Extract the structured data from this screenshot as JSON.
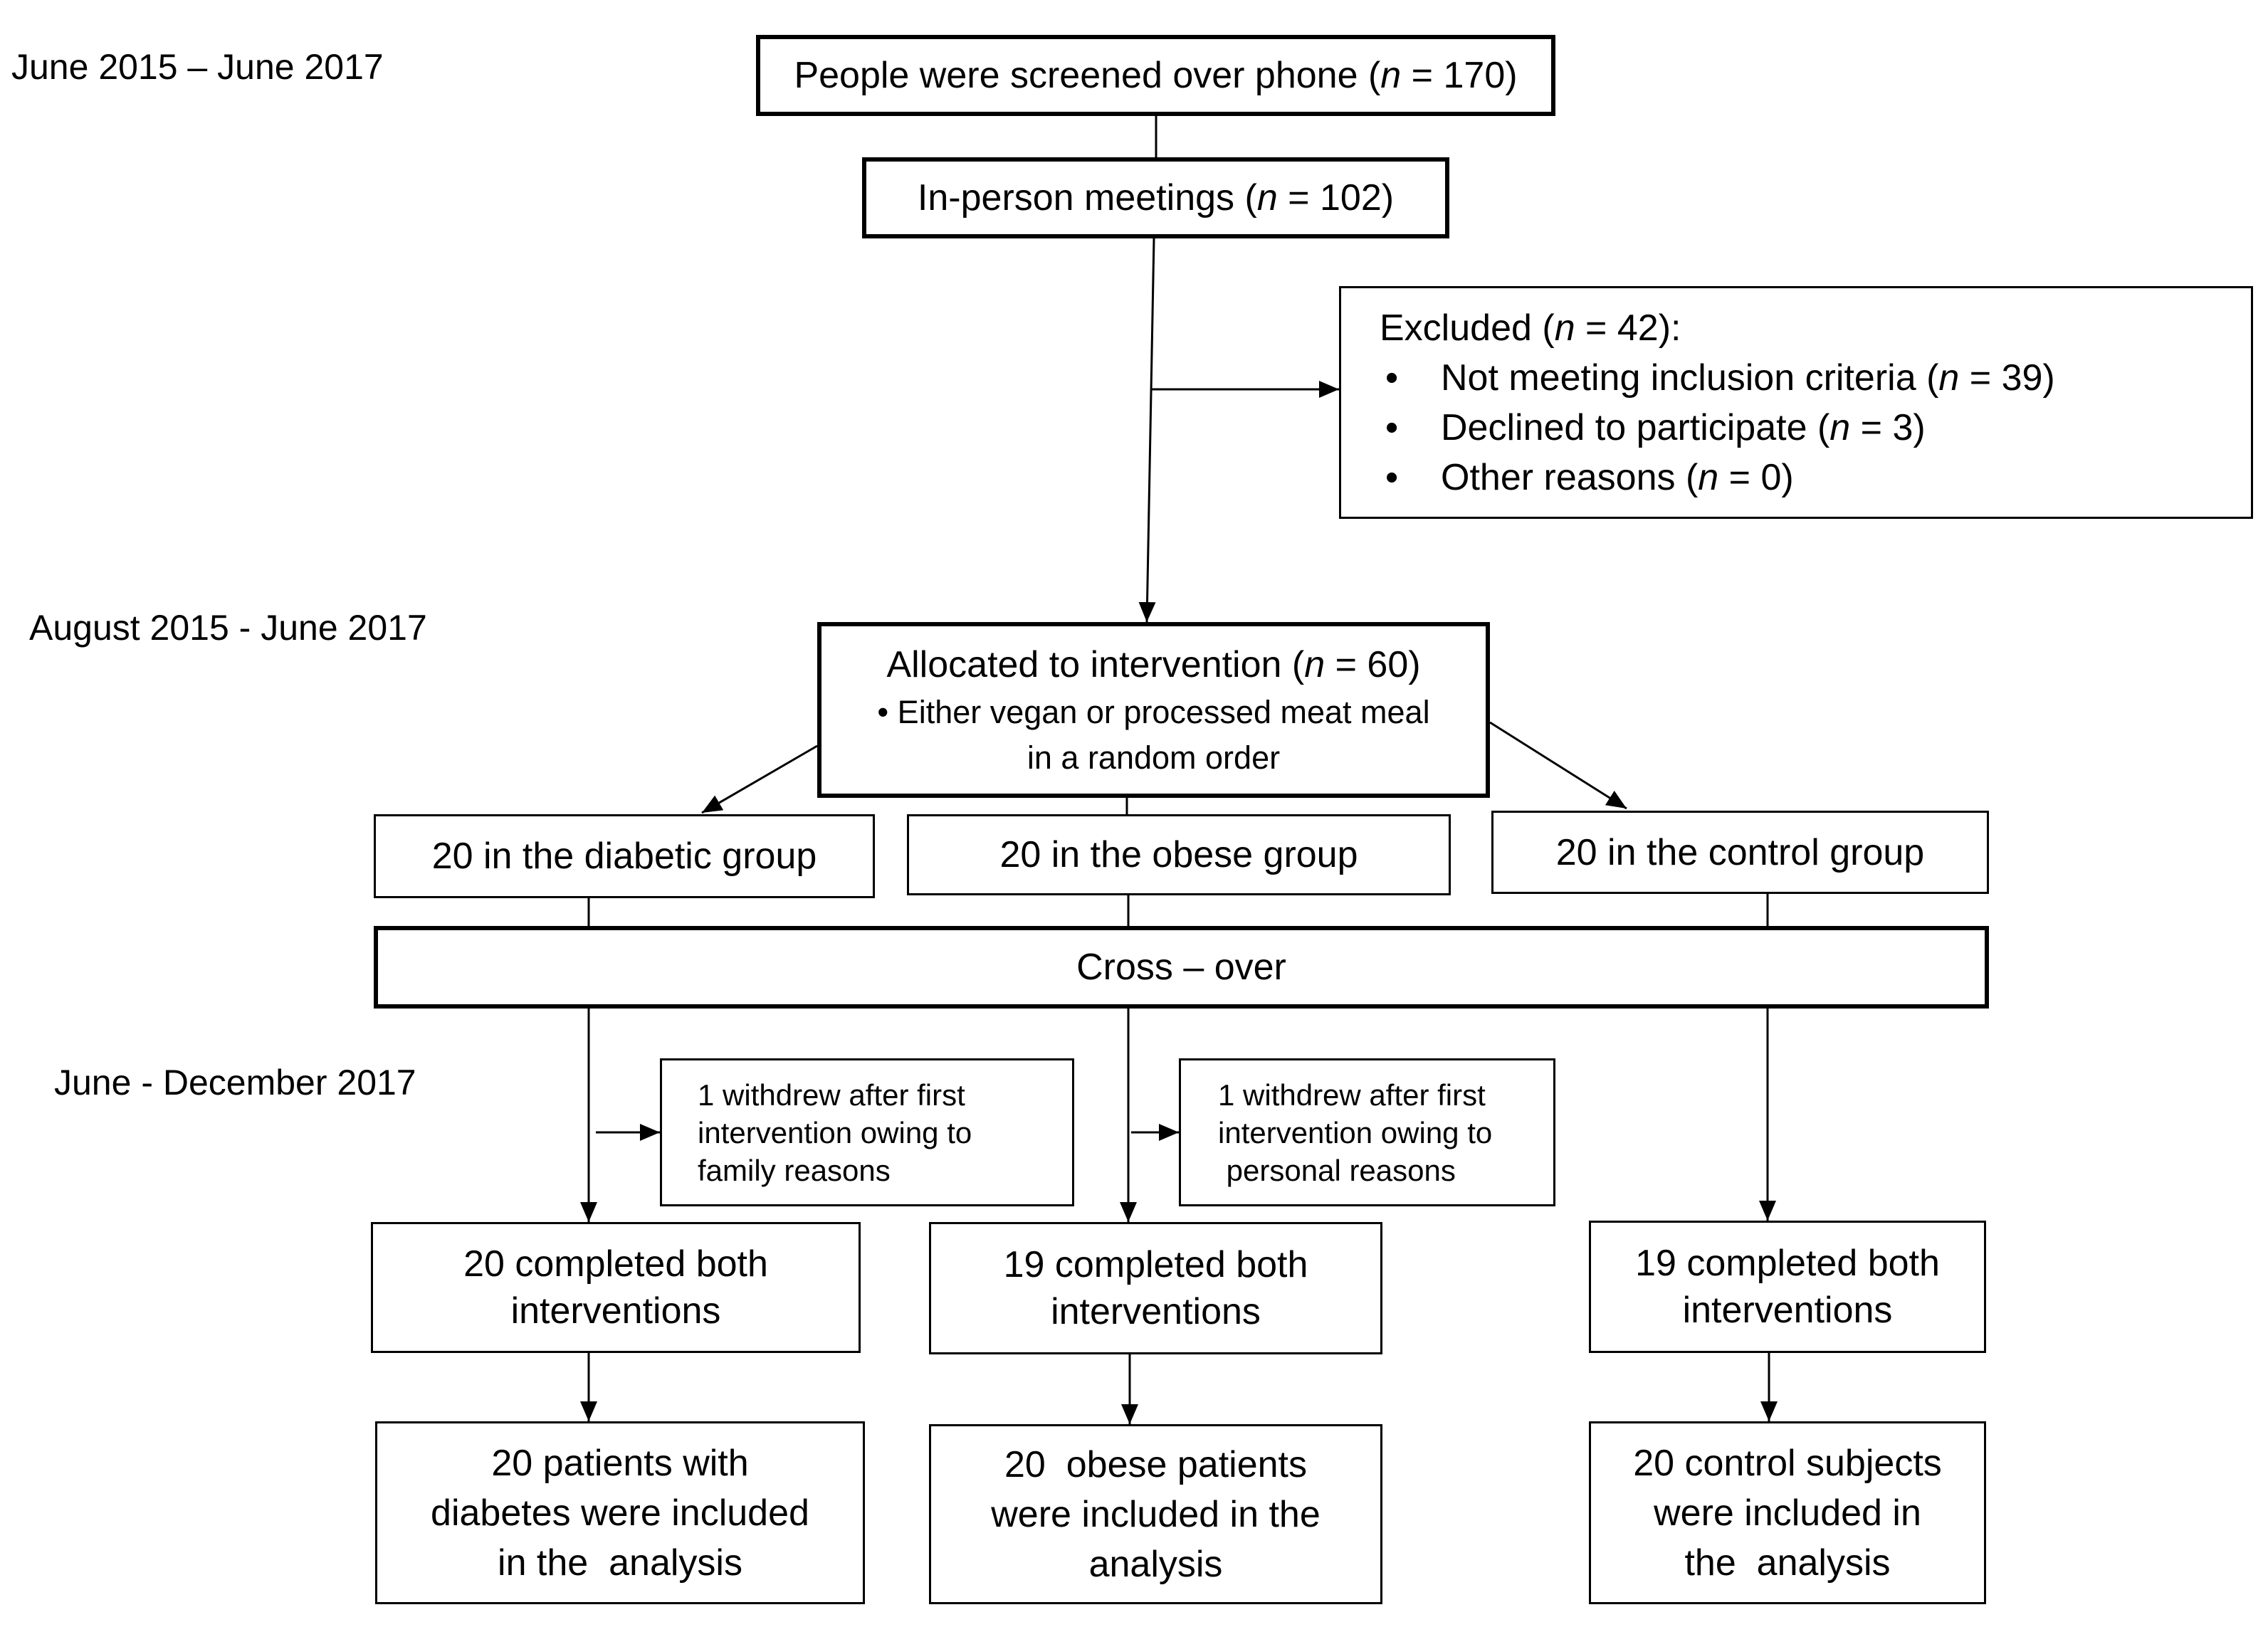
{
  "timeline": {
    "screening_period": "June 2015 – June 2017",
    "allocation_period": "August 2015 - June 2017",
    "crossover_period": "June - December 2017"
  },
  "screening": {
    "text": "People were screened over phone (n = 170)"
  },
  "meetings": {
    "text": "In-person meetings (n = 102)"
  },
  "excluded": {
    "title": "Excluded (n = 42):",
    "bullet": "•",
    "reasons": [
      "Not meeting inclusion criteria (n = 39)",
      "Declined to participate (n = 3)",
      "Other reasons (n = 0)"
    ]
  },
  "allocation": {
    "title": "Allocated to intervention (n = 60)",
    "detail_lines": [
      "• Either vegan or processed meat meal",
      "in a random order"
    ]
  },
  "groups": [
    {
      "label": "20 in the diabetic group"
    },
    {
      "label": "20 in the obese group"
    },
    {
      "label": "20 in the control group"
    }
  ],
  "crossover": {
    "label": "Cross – over"
  },
  "withdrawals": [
    {
      "lines": [
        "1 withdrew after first",
        "intervention owing to",
        "family reasons"
      ]
    },
    {
      "lines": [
        "1 withdrew after first",
        "intervention owing to",
        " personal reasons"
      ]
    }
  ],
  "completed": [
    {
      "lines": [
        "20 completed both",
        "interventions"
      ]
    },
    {
      "lines": [
        "19 completed both",
        "interventions"
      ]
    },
    {
      "lines": [
        "19 completed both",
        "interventions"
      ]
    }
  ],
  "analysis": [
    {
      "lines": [
        "20 patients with",
        "diabetes were included",
        "in the  analysis"
      ]
    },
    {
      "lines": [
        "20  obese patients",
        "were included in the",
        "analysis"
      ]
    },
    {
      "lines": [
        "20 control subjects",
        "were included in",
        "the  analysis"
      ]
    }
  ]
}
